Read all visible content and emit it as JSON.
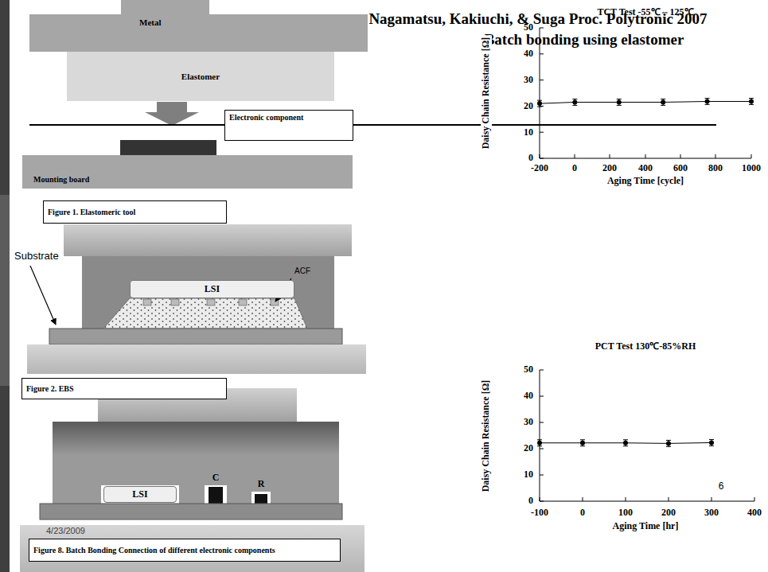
{
  "diagram": {
    "title": "Nagamatsu, Kakiuchi, & Suga Proc. Polytronic 2007",
    "nodes": [
      {
        "text": [
          "Metal"
        ]
      },
      {
        "text": [
          "Elastomer"
        ]
      },
      {
        "text": [
          "Electronic component"
        ]
      },
      {
        "text": [
          "Mounting board"
        ]
      },
      {
        "text": [
          "Figure 1. Elastomeric tool"
        ]
      },
      {
        "text": [
          "LSI"
        ]
      },
      {
        "text": [
          "Figure 2. EBS"
        ]
      },
      {
        "text": [
          "LSI"
        ]
      },
      {
        "text": [
          "Figure 8. Batch Bonding Connection of different electronic components"
        ]
      }
    ],
    "labels": [
      "Batch bonding using elastomer",
      "Substrate",
      "ACF",
      "C",
      "R",
      "4/23/2009",
      "TCT Test -55℃⇔125℃",
      "Daisy Chain Resistance [Ω]",
      "50",
      "40",
      "30",
      "20",
      "10",
      "0",
      "-200",
      "0",
      "200",
      "400",
      "600",
      "800",
      "1000",
      "Aging Time [cycle]",
      "PCT Test 130℃-85%RH",
      "Daisy Chain Resistance [Ω]",
      "50",
      "40",
      "30",
      "20",
      "10",
      "0",
      "-100",
      "0",
      "100",
      "200",
      "300",
      "400",
      "Aging Time [hr]",
      "6"
    ]
  }
}
